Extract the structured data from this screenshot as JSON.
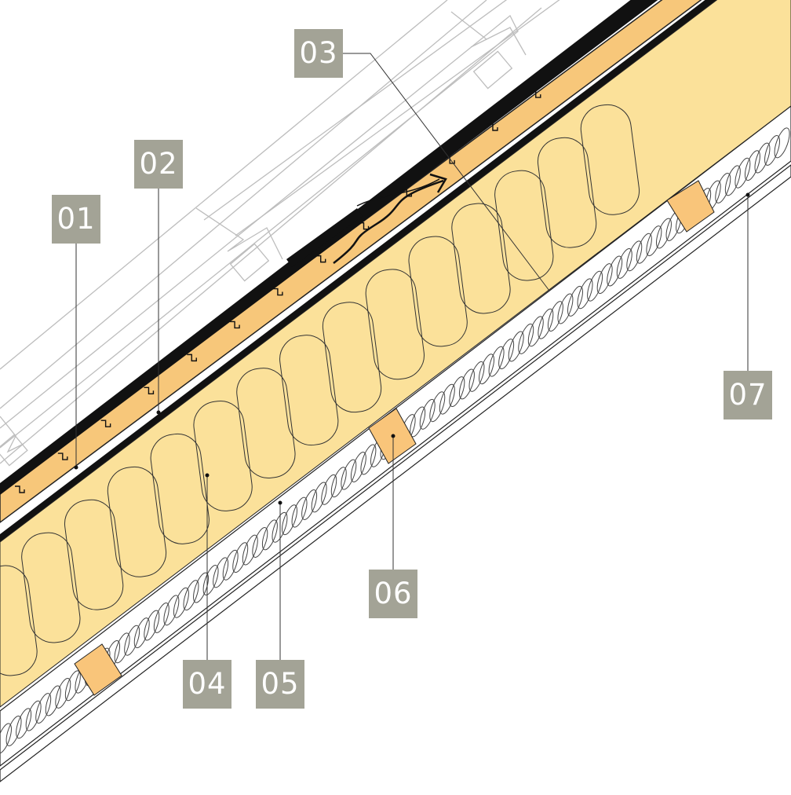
{
  "labels": [
    {
      "id": "01",
      "name": "label-01"
    },
    {
      "id": "02",
      "name": "label-02"
    },
    {
      "id": "03",
      "name": "label-03"
    },
    {
      "id": "04",
      "name": "label-04"
    },
    {
      "id": "05",
      "name": "label-05"
    },
    {
      "id": "06",
      "name": "label-06"
    },
    {
      "id": "07",
      "name": "label-07"
    }
  ],
  "colors": {
    "insulation_fill": "#fbe19a",
    "board_fill": "#f7c77a",
    "batten_fill": "#f9c57a",
    "membrane": "#111111",
    "label_bg": "#a3a396",
    "outline": "#222222",
    "tile_lines": "#bdbdbd",
    "background": "#ffffff"
  }
}
